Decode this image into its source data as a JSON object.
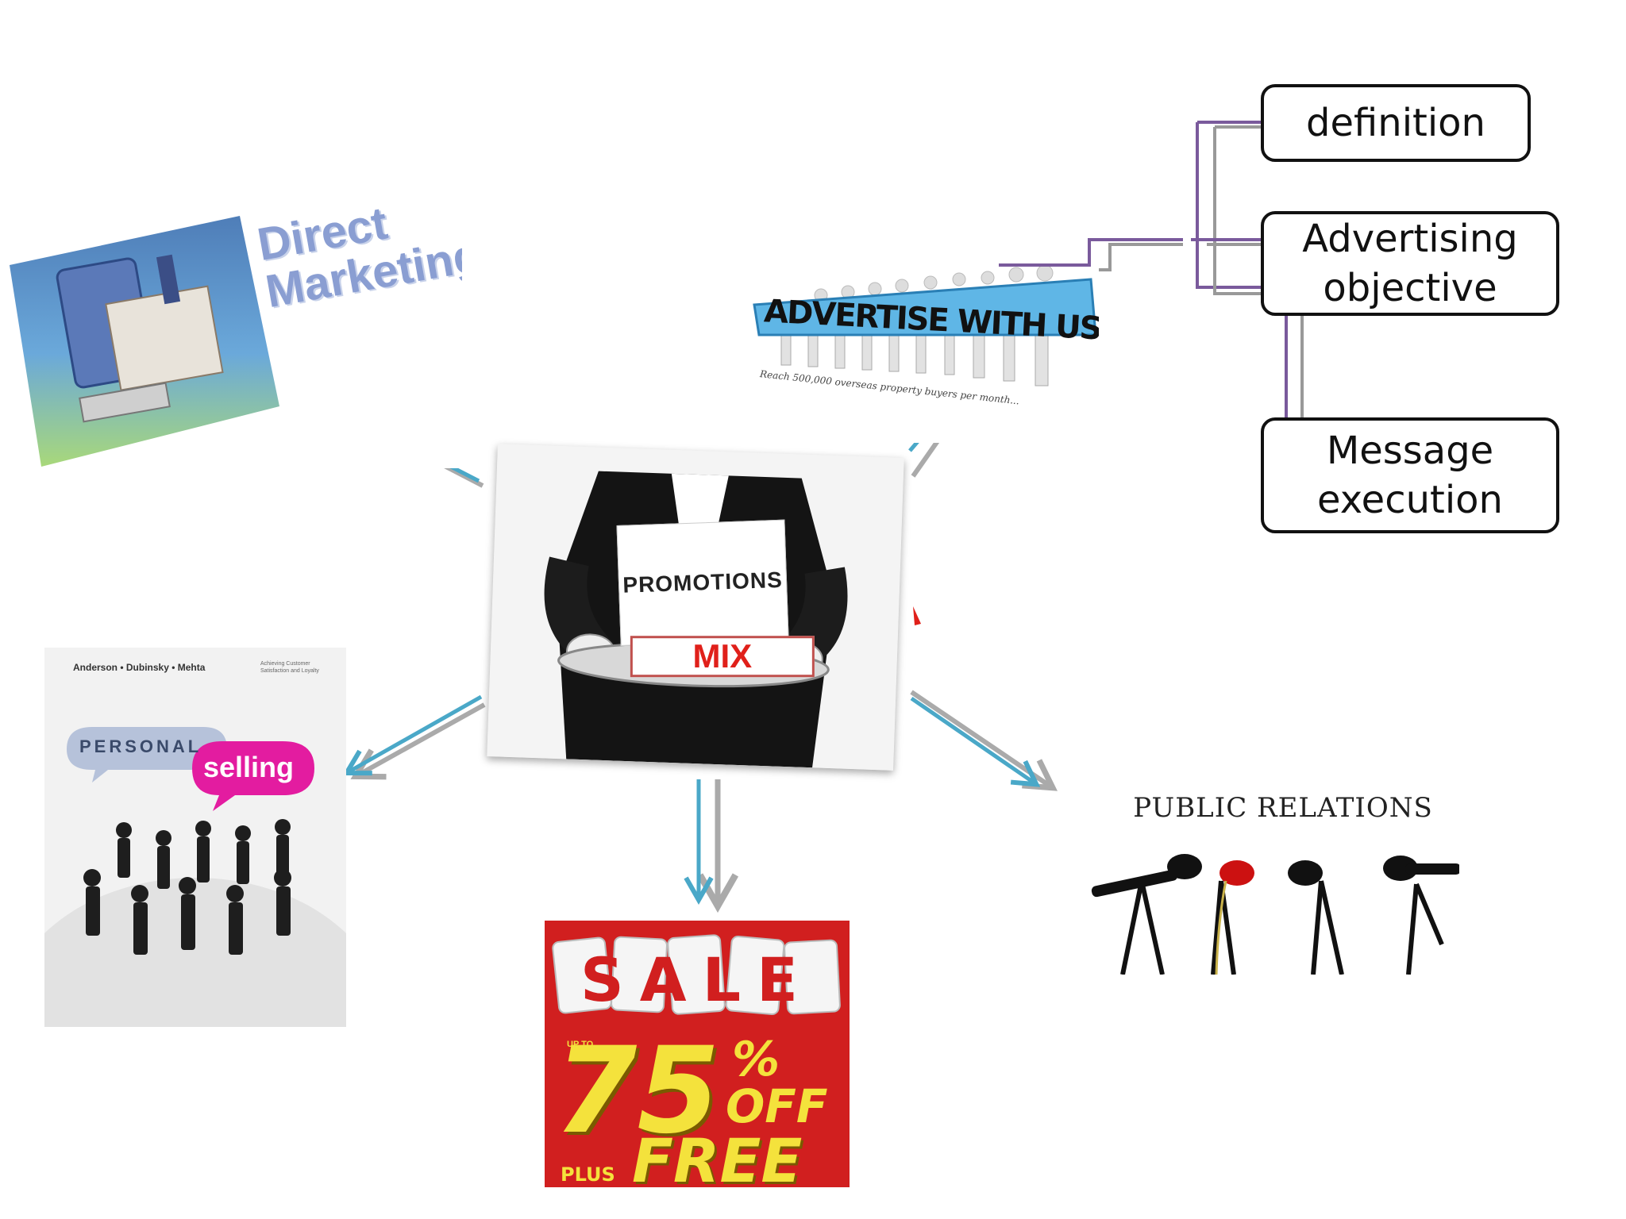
{
  "center": {
    "sign_text": "PROMOTIONS",
    "mix_label": "MIX"
  },
  "advertising": {
    "banner_text": "ADVERTISE WITH US",
    "sub_text": "Reach 500,000 overseas property buyers per month..."
  },
  "direct_marketing": {
    "line1": "Direct",
    "line2": "Marketing"
  },
  "personal_selling": {
    "authors": "Anderson • Dubinsky • Mehta",
    "tagline": "Achieving Customer Satisfaction and Loyalty",
    "word1": "PERSONAL",
    "word2": "selling"
  },
  "sales_promotion": {
    "sale": "SALE",
    "upto": "UP TO",
    "percent": "75",
    "percent_sign": "%",
    "off": "OFF",
    "free": "FREE",
    "plus": "PLUS"
  },
  "public_relations": {
    "title": "PUBLIC RELATIONS"
  },
  "advertising_branches": {
    "definition": "definition",
    "objective": "Advertising\nobjective",
    "message": "Message\nexecution"
  },
  "colors": {
    "arrow_blue": "#4aa8c8",
    "arrow_gray": "#aaaaaa",
    "connector_purple": "#7a5a9c",
    "mix_red": "#e0201a"
  }
}
